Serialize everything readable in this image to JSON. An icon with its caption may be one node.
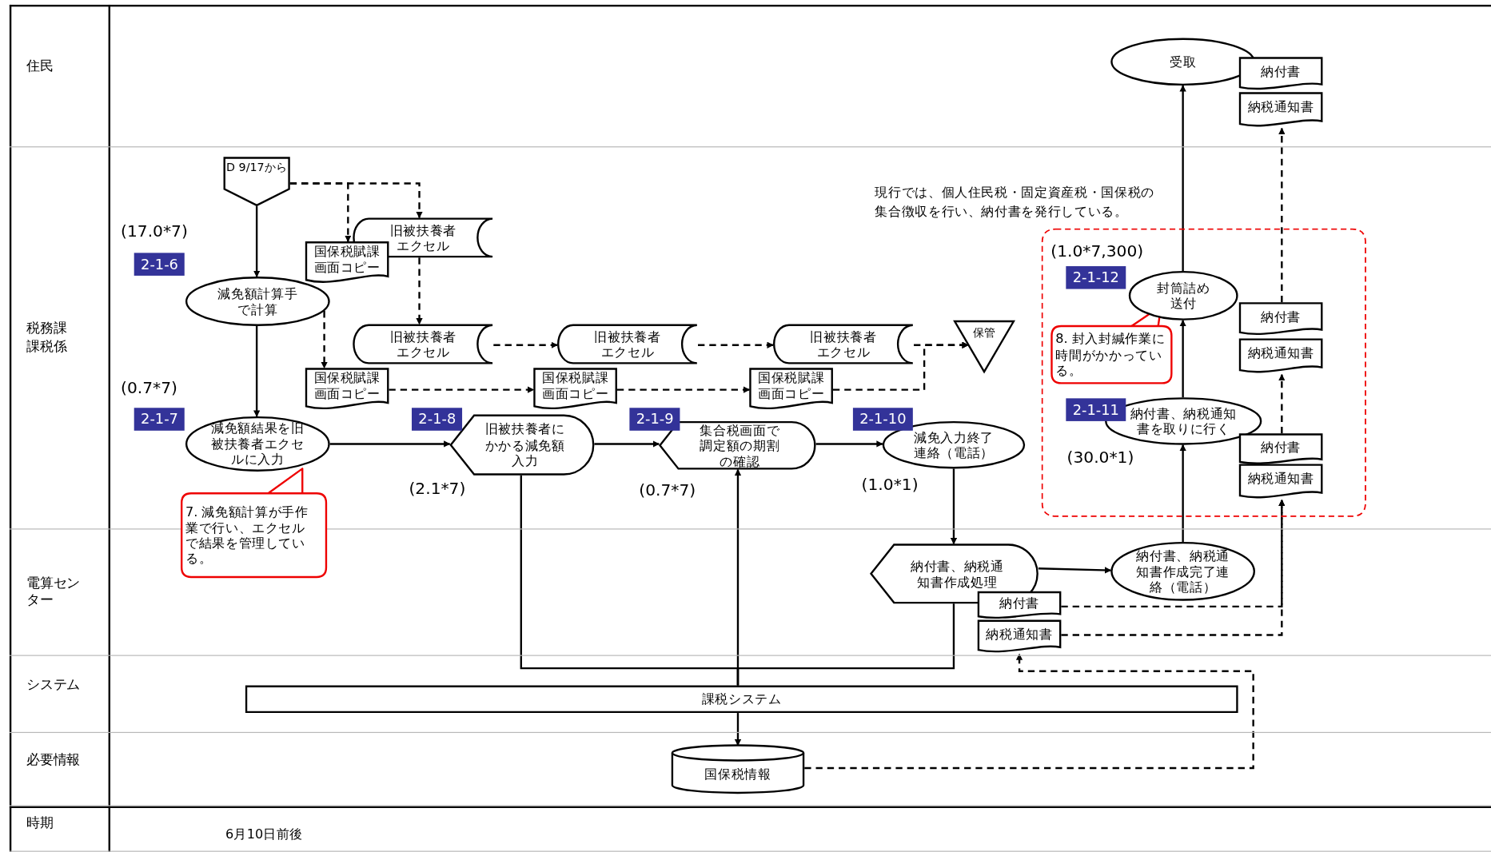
{
  "diagram": {
    "nodes": [
      {
        "text": [
          "住民"
        ]
      },
      {
        "text": [
          "税務課課税係"
        ]
      },
      {
        "text": [
          "電算センター"
        ]
      },
      {
        "text": [
          "システム"
        ]
      },
      {
        "text": [
          "必要情報"
        ]
      },
      {
        "text": [
          "時期"
        ]
      },
      {
        "text": [
          "受取"
        ],
        "in": 0
      },
      {
        "text": [
          "納付書"
        ],
        "in": 0
      },
      {
        "text": [
          "納税通知書"
        ],
        "in": 0
      },
      {
        "text": [
          "D 9/17から"
        ],
        "in": 1
      },
      {
        "text": [
          "旧被扶養者エクセル"
        ],
        "in": 1
      },
      {
        "text": [
          "国保税賦課画面コピー"
        ],
        "in": 1
      },
      {
        "text": [
          "減免額計算手で計算"
        ],
        "in": 1,
        "beside": [
          "(17.0*7)",
          "2-1-6"
        ]
      },
      {
        "text": [
          "旧被扶養者エクセル"
        ],
        "in": 1
      },
      {
        "text": [
          "国保税賦課画面コピー"
        ],
        "in": 1
      },
      {
        "text": [
          "旧被扶養者エクセル"
        ],
        "in": 1
      },
      {
        "text": [
          "国保税賦課画面コピー"
        ],
        "in": 1
      },
      {
        "text": [
          "旧被扶養者エクセル"
        ],
        "in": 1
      },
      {
        "text": [
          "国保税賦課画面コピー"
        ],
        "in": 1
      },
      {
        "text": [
          "保管"
        ],
        "in": 1
      },
      {
        "text": [
          "減免額結果を旧被扶養者エクセルに入力"
        ],
        "in": 1,
        "beside": [
          "(0.7*7)",
          "2-1-7"
        ]
      },
      {
        "text": [
          "旧被扶養者にかかる減免額入力"
        ],
        "in": 1,
        "beside": [
          "2-1-8",
          "(2.1*7)"
        ]
      },
      {
        "text": [
          "集合税画面で調定額の期割の確認"
        ],
        "in": 1,
        "beside": [
          "2-1-9",
          "(0.7*7)"
        ]
      },
      {
        "text": [
          "減免入力終了連絡（電話）"
        ],
        "in": 1,
        "beside": [
          "2-1-10",
          "(1.0*1)"
        ]
      },
      {
        "text": [
          "7. 減免額計算が手作業で行い、エクセルで結果を管理している。"
        ]
      },
      {
        "text": [],
        "shape": "box",
        "in": 1
      },
      {
        "text": [
          "封筒詰め送付"
        ],
        "in": 25,
        "beside": [
          "(1.0*7,300)",
          "2-1-12"
        ]
      },
      {
        "text": [
          "納付書"
        ],
        "in": 25
      },
      {
        "text": [
          "納税通知書"
        ],
        "in": 25
      },
      {
        "text": [
          "8. 封入封緘作業に時間がかかっている。"
        ],
        "in": 25
      },
      {
        "text": [
          "納付書、納税通知書を取りに行く"
        ],
        "in": 25,
        "beside": [
          "2-1-11",
          "(30.0*1)"
        ]
      },
      {
        "text": [
          "納付書"
        ],
        "in": 25
      },
      {
        "text": [
          "納税通知書"
        ],
        "in": 25
      },
      {
        "text": [
          "納付書、納税通知書作成処理"
        ],
        "in": 2
      },
      {
        "text": [
          "納付書、納税通知書作成完了連絡（電話）"
        ],
        "in": 2
      },
      {
        "text": [
          "納付書"
        ],
        "in": 2
      },
      {
        "text": [
          "納税通知書"
        ],
        "in": 2
      },
      {
        "text": [
          "課税システム"
        ],
        "in": 3
      },
      {
        "text": [
          "国保税情報"
        ],
        "in": 4
      }
    ],
    "edges": [
      {
        "from": 9,
        "to": 12,
        "arrow": "to"
      },
      {
        "from": 9,
        "to": 11,
        "arrow": "to",
        "style": "dashed"
      },
      {
        "from": 9,
        "to": 10,
        "arrow": "to",
        "style": "dashed"
      },
      {
        "from": 10,
        "to": 13,
        "arrow": "to",
        "style": "dashed"
      },
      {
        "from": 12,
        "to": 14,
        "arrow": "to",
        "style": "dashed"
      },
      {
        "from": 13,
        "to": 15,
        "arrow": "to",
        "style": "dashed"
      },
      {
        "from": 14,
        "to": 16,
        "arrow": "to",
        "style": "dashed"
      },
      {
        "from": 15,
        "to": 17,
        "arrow": "to",
        "style": "dashed"
      },
      {
        "from": 16,
        "to": 18,
        "arrow": "to",
        "style": "dashed"
      },
      {
        "from": 17,
        "to": 19,
        "arrow": "to",
        "style": "dashed"
      },
      {
        "from": 18,
        "to": 19,
        "arrow": "to",
        "style": "dashed"
      },
      {
        "from": 12,
        "to": 20,
        "arrow": "to"
      },
      {
        "from": 20,
        "to": 21,
        "arrow": "to"
      },
      {
        "from": 21,
        "to": 22,
        "arrow": "to"
      },
      {
        "from": 22,
        "to": 23,
        "arrow": "to"
      },
      {
        "from": 23,
        "to": 33,
        "arrow": "to"
      },
      {
        "from": 33,
        "to": 34,
        "arrow": "to"
      },
      {
        "from": 34,
        "to": 30,
        "arrow": "to"
      },
      {
        "from": 30,
        "to": 26,
        "arrow": "to"
      },
      {
        "from": 26,
        "to": 6,
        "arrow": "to"
      },
      {
        "from": 35,
        "to": 32,
        "arrow": "to",
        "style": "dashed"
      },
      {
        "from": 36,
        "to": 32,
        "arrow": "to",
        "style": "dashed"
      },
      {
        "from": 31,
        "to": 28,
        "arrow": "to",
        "style": "dashed"
      },
      {
        "from": 27,
        "to": 8,
        "arrow": "to",
        "style": "dashed"
      },
      {
        "from": 38,
        "to": 36,
        "arrow": "to",
        "style": "dashed"
      },
      {
        "from": 21,
        "to": 37,
        "arrow": "none"
      },
      {
        "from": 33,
        "to": 37,
        "arrow": "none"
      },
      {
        "from": 37,
        "to": 22,
        "arrow": "to"
      },
      {
        "from": 37,
        "to": 38,
        "arrow": "to"
      }
    ],
    "labels": [
      "現行では、個人住民税・固定資産税・国保税の集合徴収を行い、納付書を発行している。",
      "6月10日前後"
    ]
  }
}
